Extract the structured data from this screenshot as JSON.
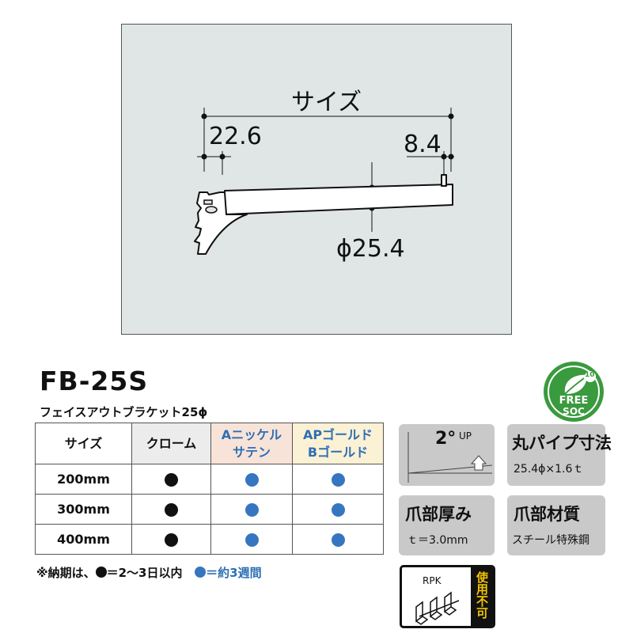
{
  "drawing": {
    "size_label": "サイズ",
    "dim_left": "22.6",
    "dim_right": "8.4",
    "dim_diameter": "ϕ25.4"
  },
  "product": {
    "model": "FB-25S",
    "name": "フェイスアウトブラケット25ϕ"
  },
  "table": {
    "headers": {
      "size": "サイズ",
      "chrome": "クローム",
      "nickel_line1": "Aニッケル",
      "nickel_line2": "サテン",
      "gold_line1": "APゴールド",
      "gold_line2": "Bゴールド"
    },
    "rows": [
      {
        "size": "200mm",
        "chrome": "black",
        "nickel": "blue",
        "gold": "blue"
      },
      {
        "size": "300mm",
        "chrome": "black",
        "nickel": "blue",
        "gold": "blue"
      },
      {
        "size": "400mm",
        "chrome": "black",
        "nickel": "blue",
        "gold": "blue"
      }
    ]
  },
  "note": {
    "prefix": "※納期は、",
    "black_text": "＝2～3日以内",
    "blue_text": "＝約3週間"
  },
  "tiles": {
    "angle": {
      "value": "2°",
      "suffix": "UP"
    },
    "pipe": {
      "title": "丸パイプ寸法",
      "value": "25.4ϕ×1.6ｔ"
    },
    "thickness": {
      "title": "爪部厚み",
      "value": "ｔ＝3.0mm"
    },
    "material": {
      "title": "爪部材質",
      "value": "スチール特殊鋼"
    }
  },
  "rpk": {
    "label": "RPK",
    "status": "使用不可"
  },
  "logo": {
    "line1": "FREE",
    "line2": "SOC",
    "number": "10"
  },
  "colors": {
    "black_dot": "#111111",
    "blue_dot": "#3676c0",
    "panel_bg": "#dfe6e5",
    "tile_bg": "#c9c9c9",
    "rpk_yellow": "#f2c200"
  }
}
